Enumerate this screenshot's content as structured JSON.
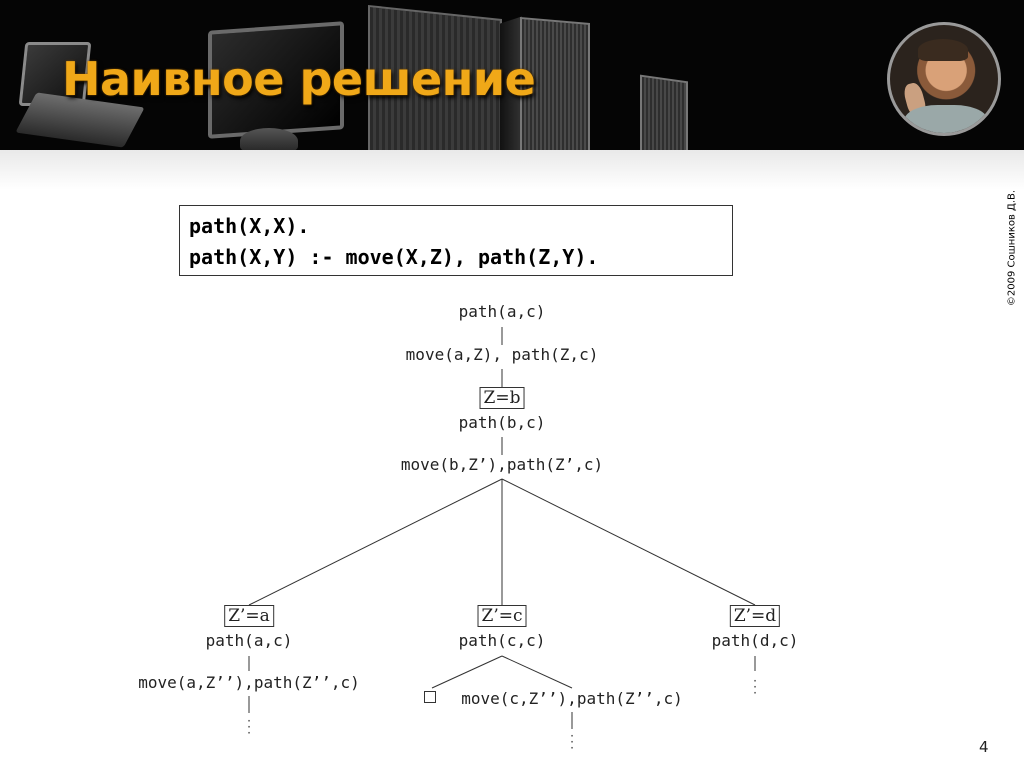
{
  "slide": {
    "title": "Наивное решение",
    "copyright": "©2009  Сошников Д.В.",
    "page_number": "4"
  },
  "code": {
    "line1": "path(X,X).",
    "line2": "path(X,Y) :- move(X,Z), path(Z,Y)."
  },
  "tree": {
    "root_goal": "path(a,c)",
    "root_expansion": "move(a,Z), path(Z,c)",
    "binding_z_b": "Z=b",
    "goal_b": "path(b,c)",
    "expansion_b": "move(b,Z’),path(Z’,c)",
    "branches": [
      {
        "binding": "Z’=a",
        "goal": "path(a,c)",
        "expansion": "move(a,Z’’),path(Z’’,c)"
      },
      {
        "binding": "Z’=c",
        "goal": "path(c,c)",
        "expansion": "move(c,Z’’),path(Z’’,c)"
      },
      {
        "binding": "Z’=d",
        "goal": "path(d,c)"
      }
    ]
  }
}
